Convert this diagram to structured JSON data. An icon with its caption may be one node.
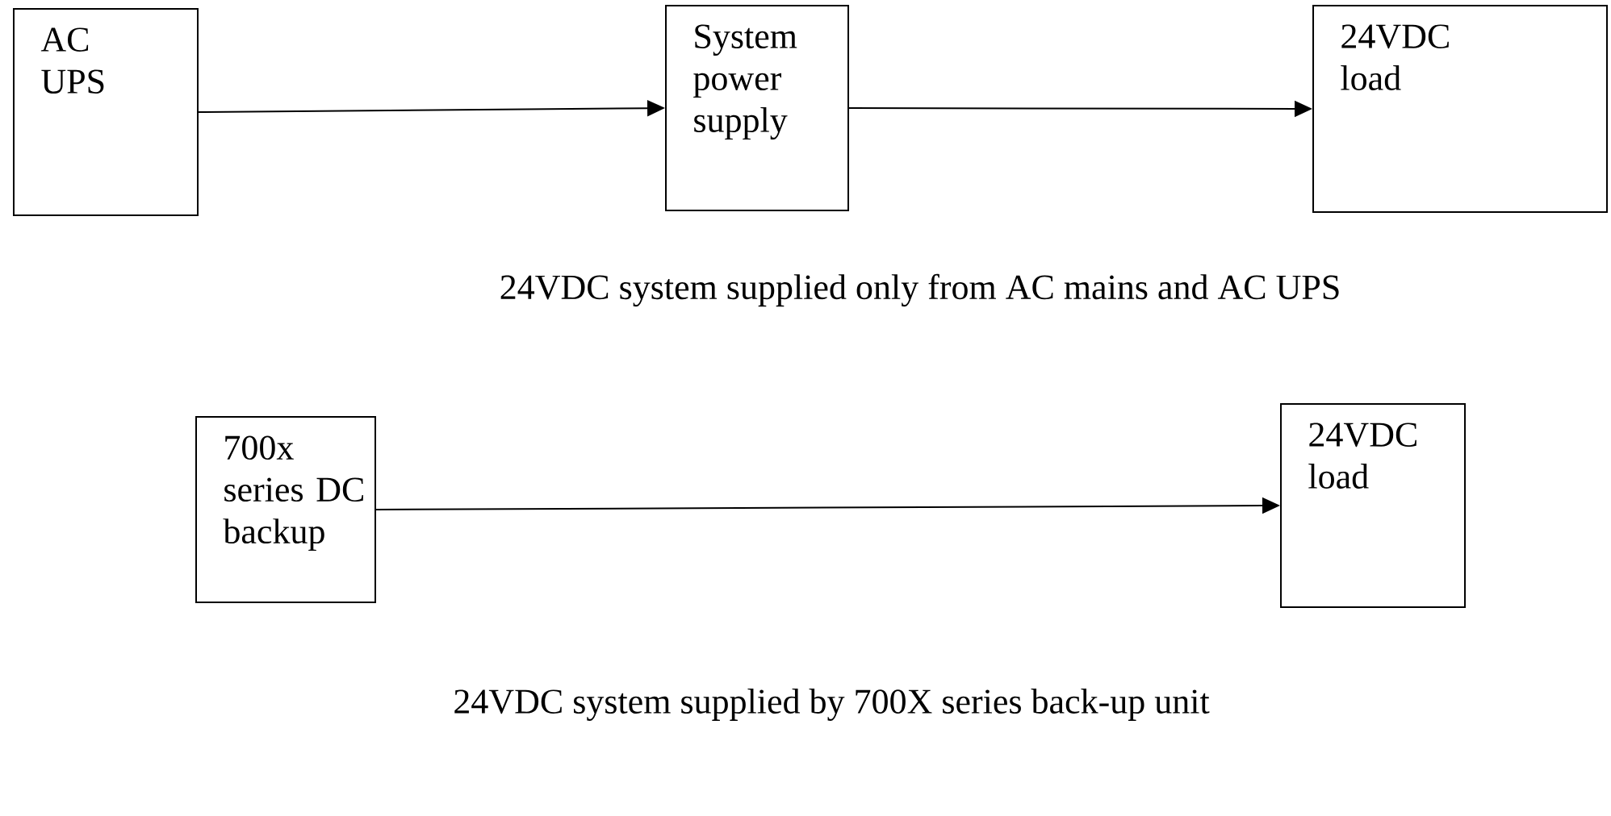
{
  "diagram": {
    "nodes": [
      {
        "text": [
          "AC UPS"
        ]
      },
      {
        "text": [
          "System power supply"
        ]
      },
      {
        "text": [
          "24VDC load"
        ]
      },
      {
        "text": [
          "700x series DC backup"
        ]
      },
      {
        "text": [
          "24VDC load"
        ]
      }
    ],
    "edges": [
      {
        "from": 0,
        "to": 1,
        "arrow": "to"
      },
      {
        "from": 1,
        "to": 2,
        "arrow": "to"
      },
      {
        "from": 3,
        "to": 4,
        "arrow": "to"
      }
    ],
    "labels": [
      "24VDC system supplied only from AC mains and AC UPS",
      "24VDC system supplied by 700X series back-up unit"
    ]
  }
}
